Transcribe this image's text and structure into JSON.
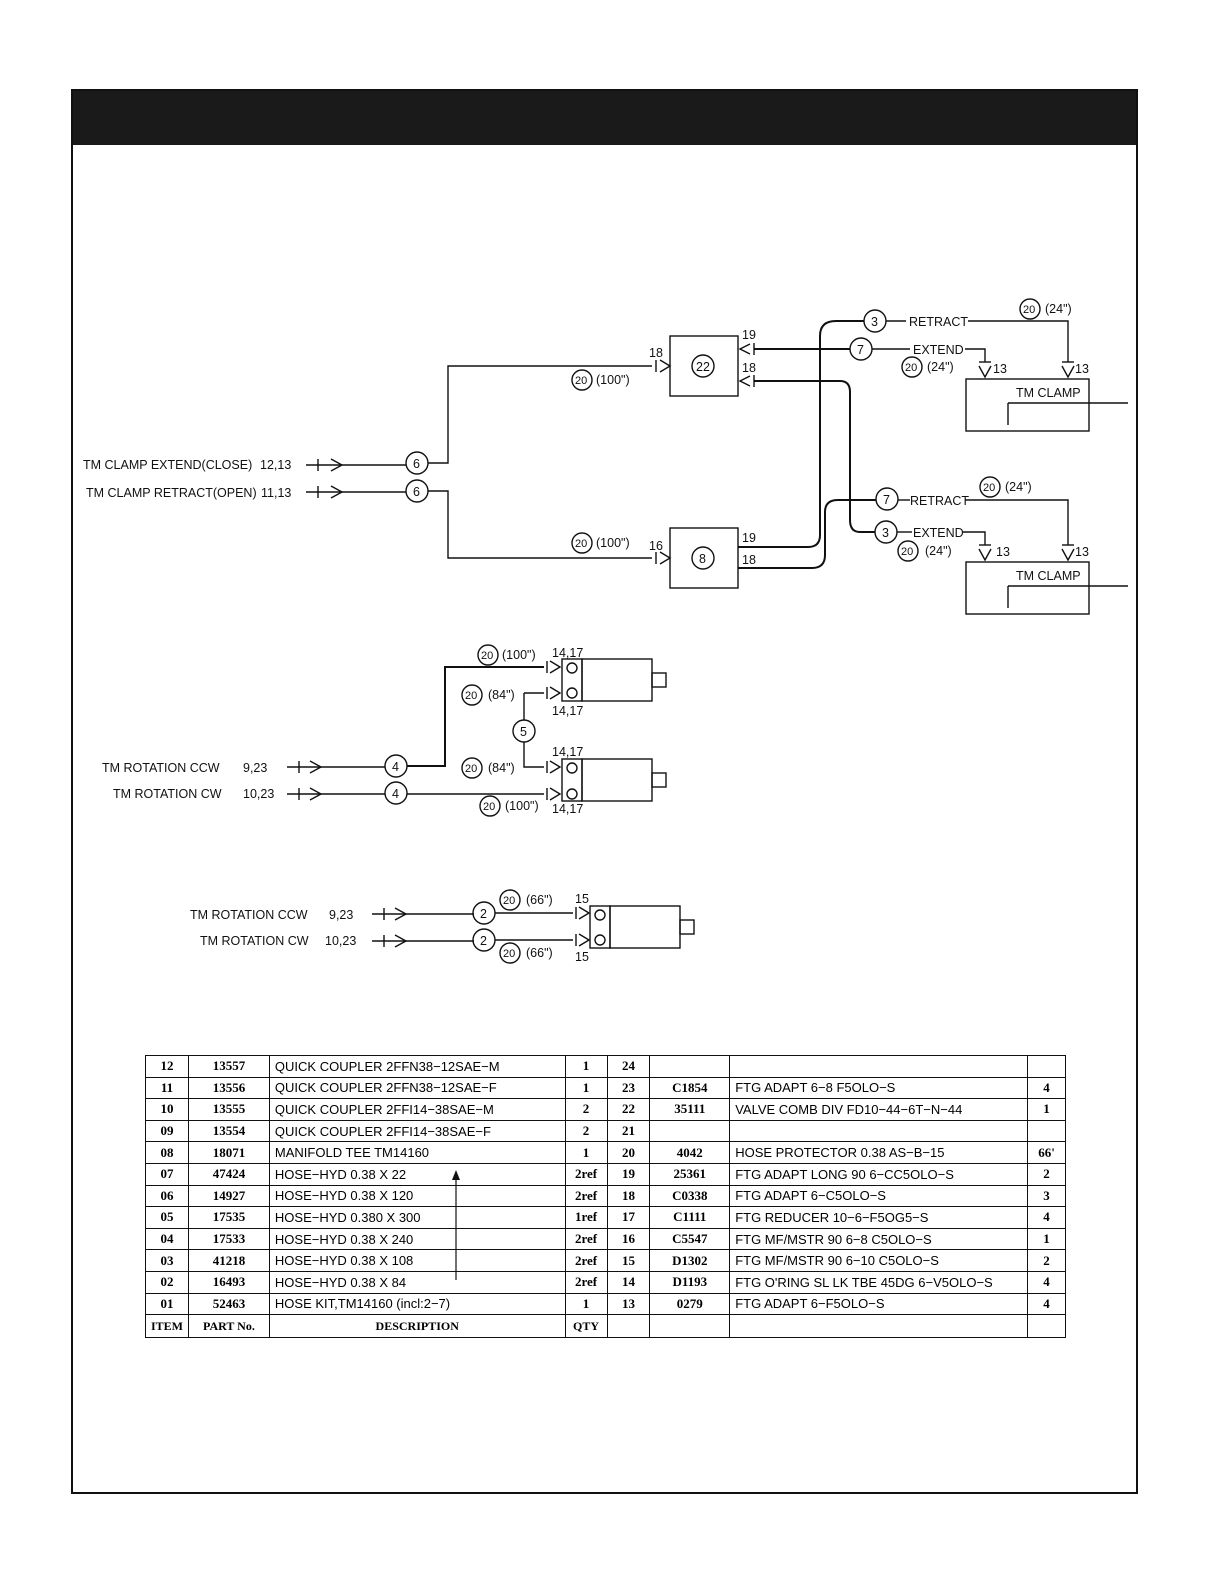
{
  "header": {
    "title": ""
  },
  "diagram": {
    "clamp_circuit": {
      "inputs": [
        {
          "label": "TM  CLAMP  EXTEND(CLOSE)",
          "ports": "12,13",
          "hose": "6"
        },
        {
          "label": "TM  CLAMP  RETRACT(OPEN)",
          "ports": "11,13",
          "hose": "6"
        }
      ],
      "valves": [
        {
          "id": "22",
          "in_port": "18",
          "out_ports": [
            "19",
            "18"
          ],
          "hose_ref": "20",
          "hose_len": "(100\")"
        },
        {
          "id": "8",
          "in_port": "16",
          "out_ports": [
            "19",
            "18"
          ],
          "hose_ref": "20",
          "hose_len": "(100\")"
        }
      ],
      "clamps": [
        {
          "label": "TM  CLAMP",
          "retract_hose": "3",
          "extend_hose": "7",
          "retract": "RETRACT",
          "extend": "EXTEND",
          "ret_len": "(24\")",
          "ext_len": "(24\")",
          "fit": "13",
          "ref": "20"
        },
        {
          "label": "TM  CLAMP",
          "retract_hose": "7",
          "extend_hose": "3",
          "retract": "RETRACT",
          "extend": "EXTEND",
          "ret_len": "(24\")",
          "ext_len": "(24\")",
          "fit": "13",
          "ref": "20"
        }
      ]
    },
    "rotation_dual": {
      "inputs": [
        {
          "label": "TM  ROTATION  CCW",
          "ports": "9,23",
          "hose": "4"
        },
        {
          "label": "TM  ROTATION  CW",
          "ports": "10,23",
          "hose": "4"
        }
      ],
      "tee": "5",
      "hose_ref": "20",
      "len_100": "(100\")",
      "len_84": "(84\")",
      "port_label": "14,17"
    },
    "rotation_single": {
      "inputs": [
        {
          "label": "TM  ROTATION  CCW",
          "ports": "9,23",
          "hose": "2"
        },
        {
          "label": "TM  ROTATION  CW",
          "ports": "10,23",
          "hose": "2"
        }
      ],
      "hose_ref": "20",
      "len": "(66\")",
      "port_label": "15"
    }
  },
  "parts_table": {
    "headers": [
      "ITEM",
      "PART No.",
      "DESCRIPTION",
      "QTY"
    ],
    "rows": [
      {
        "l_item": "12",
        "l_part": "13557",
        "l_desc": "QUICK  COUPLER  2FFN38−12SAE−M",
        "l_qty": "1",
        "r_item": "24",
        "r_part": "",
        "r_desc": "",
        "r_qty": ""
      },
      {
        "l_item": "11",
        "l_part": "13556",
        "l_desc": "QUICK  COUPLER  2FFN38−12SAE−F",
        "l_qty": "1",
        "r_item": "23",
        "r_part": "C1854",
        "r_desc": "FTG  ADAPT  6−8  F5OLO−S",
        "r_qty": "4"
      },
      {
        "l_item": "10",
        "l_part": "13555",
        "l_desc": "QUICK  COUPLER  2FFI14−38SAE−M",
        "l_qty": "2",
        "r_item": "22",
        "r_part": "35111",
        "r_desc": "VALVE  COMB  DIV  FD10−44−6T−N−44",
        "r_qty": "1"
      },
      {
        "l_item": "09",
        "l_part": "13554",
        "l_desc": "QUICK  COUPLER  2FFI14−38SAE−F",
        "l_qty": "2",
        "r_item": "21",
        "r_part": "",
        "r_desc": "",
        "r_qty": ""
      },
      {
        "l_item": "08",
        "l_part": "18071",
        "l_desc": "MANIFOLD  TEE  TM14160",
        "l_qty": "1",
        "r_item": "20",
        "r_part": "4042",
        "r_desc": "HOSE  PROTECTOR  0.38  AS−B−15",
        "r_qty": "66'"
      },
      {
        "l_item": "07",
        "l_part": "47424",
        "l_desc": "HOSE−HYD  0.38  X  22",
        "l_qty": "2ref",
        "r_item": "19",
        "r_part": "25361",
        "r_desc": "FTG  ADAPT  LONG  90  6−CC5OLO−S",
        "r_qty": "2"
      },
      {
        "l_item": "06",
        "l_part": "14927",
        "l_desc": "HOSE−HYD  0.38  X  120",
        "l_qty": "2ref",
        "r_item": "18",
        "r_part": "C0338",
        "r_desc": "FTG  ADAPT  6−C5OLO−S",
        "r_qty": "3"
      },
      {
        "l_item": "05",
        "l_part": "17535",
        "l_desc": "HOSE−HYD  0.380  X  300",
        "l_qty": "1ref",
        "r_item": "17",
        "r_part": "C1111",
        "r_desc": "FTG  REDUCER  10−6−F5OG5−S",
        "r_qty": "4"
      },
      {
        "l_item": "04",
        "l_part": "17533",
        "l_desc": "HOSE−HYD  0.38  X  240",
        "l_qty": "2ref",
        "r_item": "16",
        "r_part": "C5547",
        "r_desc": "FTG  MF/MSTR  90  6−8  C5OLO−S",
        "r_qty": "1"
      },
      {
        "l_item": "03",
        "l_part": "41218",
        "l_desc": "HOSE−HYD  0.38  X  108",
        "l_qty": "2ref",
        "r_item": "15",
        "r_part": "D1302",
        "r_desc": "FTG  MF/MSTR  90  6−10  C5OLO−S",
        "r_qty": "2"
      },
      {
        "l_item": "02",
        "l_part": "16493",
        "l_desc": "HOSE−HYD  0.38  X  84",
        "l_qty": "2ref",
        "r_item": "14",
        "r_part": "D1193",
        "r_desc": "FTG  O'RING  SL  LK  TBE  45DG  6−V5OLO−S",
        "r_qty": "4"
      },
      {
        "l_item": "01",
        "l_part": "52463",
        "l_desc": "HOSE  KIT,TM14160  (incl:2−7)",
        "l_qty": "1",
        "r_item": "13",
        "r_part": "0279",
        "r_desc": "FTG  ADAPT  6−F5OLO−S",
        "r_qty": "4"
      }
    ]
  }
}
